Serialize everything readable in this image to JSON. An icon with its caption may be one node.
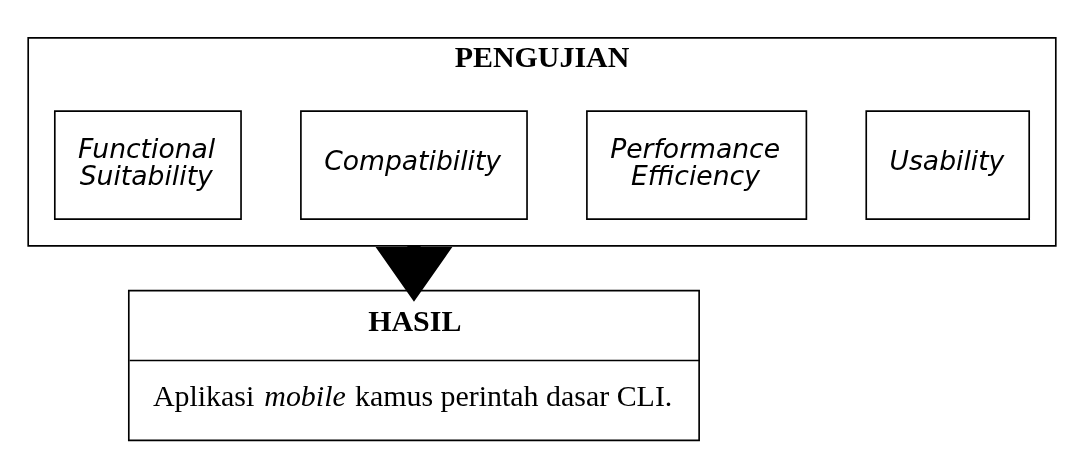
{
  "diagram": {
    "nodes": [
      {
        "text": [
          "PENGUJIAN"
        ]
      },
      {
        "text": [
          "Functional Suitability"
        ],
        "in": 0
      },
      {
        "text": [
          "Compatibility"
        ],
        "in": 0
      },
      {
        "text": [
          "Performance Efficiency"
        ],
        "in": 0
      },
      {
        "text": [
          "Usability"
        ],
        "in": 0
      },
      {
        "text": [
          "HASIL",
          "Aplikasi *mobile* kamus perintah dasar CLI."
        ]
      }
    ],
    "edges": [
      {
        "from": 0,
        "to": 5,
        "arrow": "to",
        "style": "thick"
      }
    ]
  }
}
